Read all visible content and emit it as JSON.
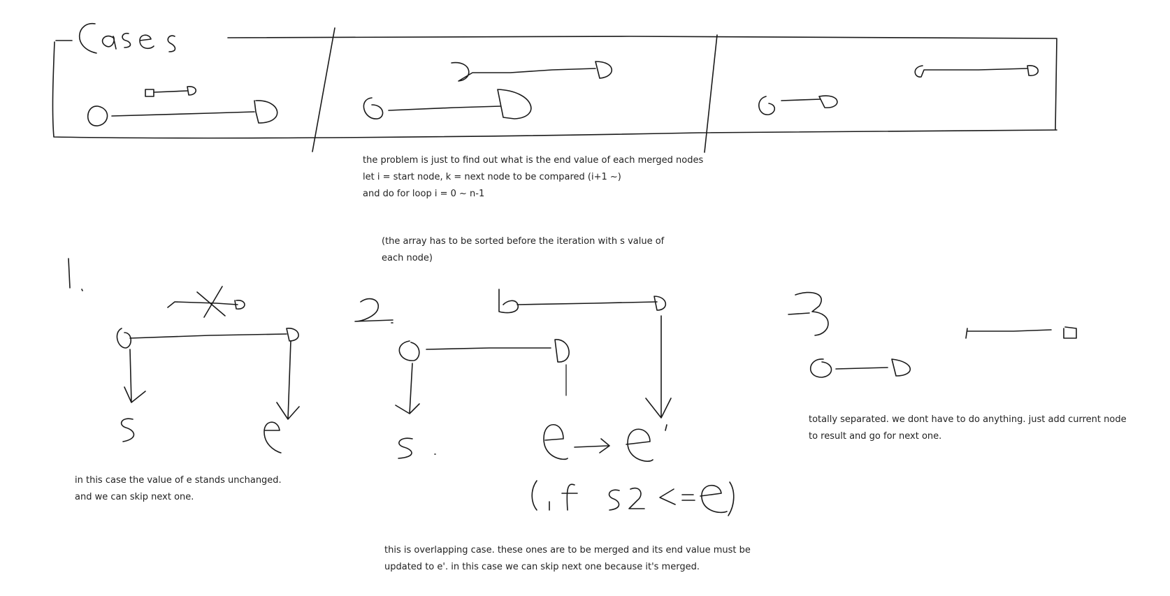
{
  "title": "Cases",
  "handwritten": {
    "case_numbers": [
      "1.",
      "2.",
      "3"
    ],
    "case1_labels": [
      "s",
      "e"
    ],
    "case2_labels": [
      "s",
      "e→e'",
      "(if s2 <=e)"
    ]
  },
  "intro": {
    "line1": "the problem is just to find out what is the end value of each merged nodes",
    "line2": "let i = start node, k = next node to be compared (i+1 ~)",
    "line3": "and do for loop i = 0 ~ n-1"
  },
  "sort_note": {
    "line1": "(the array has to be sorted before the iteration with s value of",
    "line2": "each node)"
  },
  "case1_note": {
    "line1": "in this case the value of e stands unchanged.",
    "line2": "and we can skip next one."
  },
  "case2_note": {
    "line1": "this is overlapping case. these ones are to be merged and its end value must be",
    "line2": "updated to e'.  in this case we can skip next one because it's merged."
  },
  "case3_note": {
    "line1": "totally separated. we dont have to do anything. just add current node",
    "line2": "to result and go for next one."
  }
}
